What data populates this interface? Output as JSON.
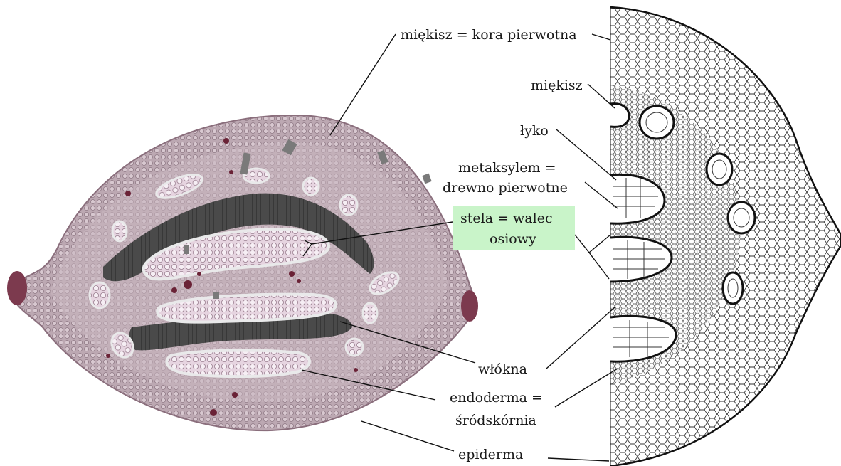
{
  "labels": {
    "miekisz_kora": "miękisz = kora pierwotna",
    "miekisz": "miękisz",
    "lyko": "łyko",
    "metaksylem_1": "metaksylem =",
    "metaksylem_2": "drewno pierwotne",
    "stela_1": "stela = walec",
    "stela_2": "osiowy",
    "wlokna": "włókna",
    "endoderma_1": "endoderma =",
    "endoderma_2": "śródskórnia",
    "epiderma": "epiderma"
  },
  "colors": {
    "stela_highlight": "#c9f4c9",
    "section_tissue": "#b7a2ac",
    "section_rim": "#e8dde3",
    "fiber_band": "#4a4a4a",
    "vessel_fill": "#e9d8e4",
    "drawing_cells": "#ffffff",
    "outline": "#111111"
  }
}
